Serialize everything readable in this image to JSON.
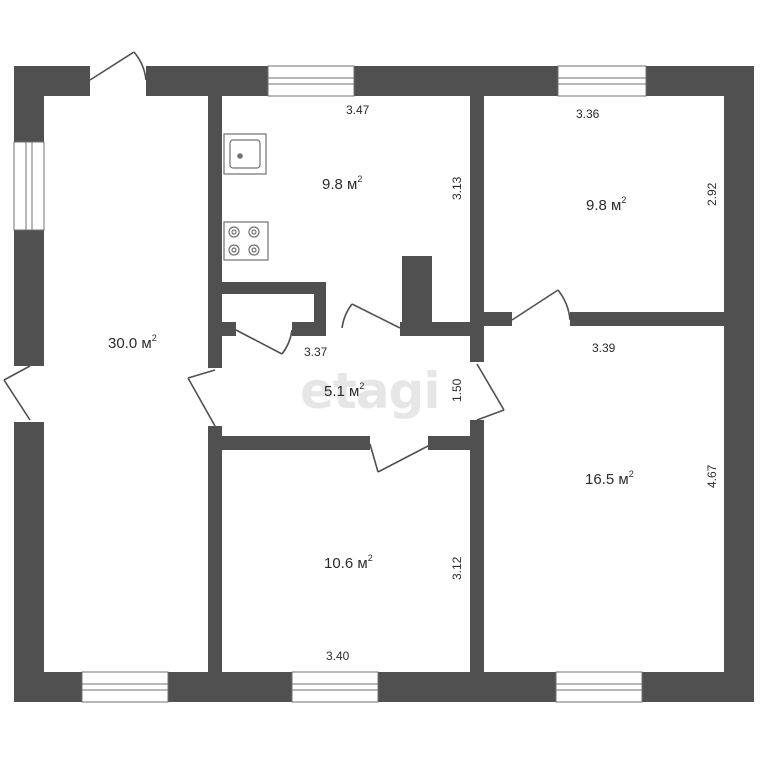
{
  "floor_plan": {
    "watermark": "etagi",
    "watermark_id": "618",
    "rooms": {
      "living_room": {
        "area": "30.0 м",
        "sup": "2"
      },
      "kitchen": {
        "area": "9.8 м",
        "sup": "2",
        "width": "3.47",
        "depth": "3.13"
      },
      "bedroom_top_right": {
        "area": "9.8 м",
        "sup": "2",
        "width": "3.36",
        "depth": "2.92"
      },
      "hall": {
        "area": "5.1 м",
        "sup": "2",
        "width": "3.37",
        "depth": "1.50"
      },
      "bedroom_bottom_middle": {
        "area": "10.6 м",
        "sup": "2",
        "width": "3.40",
        "depth": "3.12"
      },
      "bedroom_bottom_right": {
        "area": "16.5 м",
        "sup": "2",
        "width": "3.39",
        "depth": "4.67"
      }
    }
  }
}
